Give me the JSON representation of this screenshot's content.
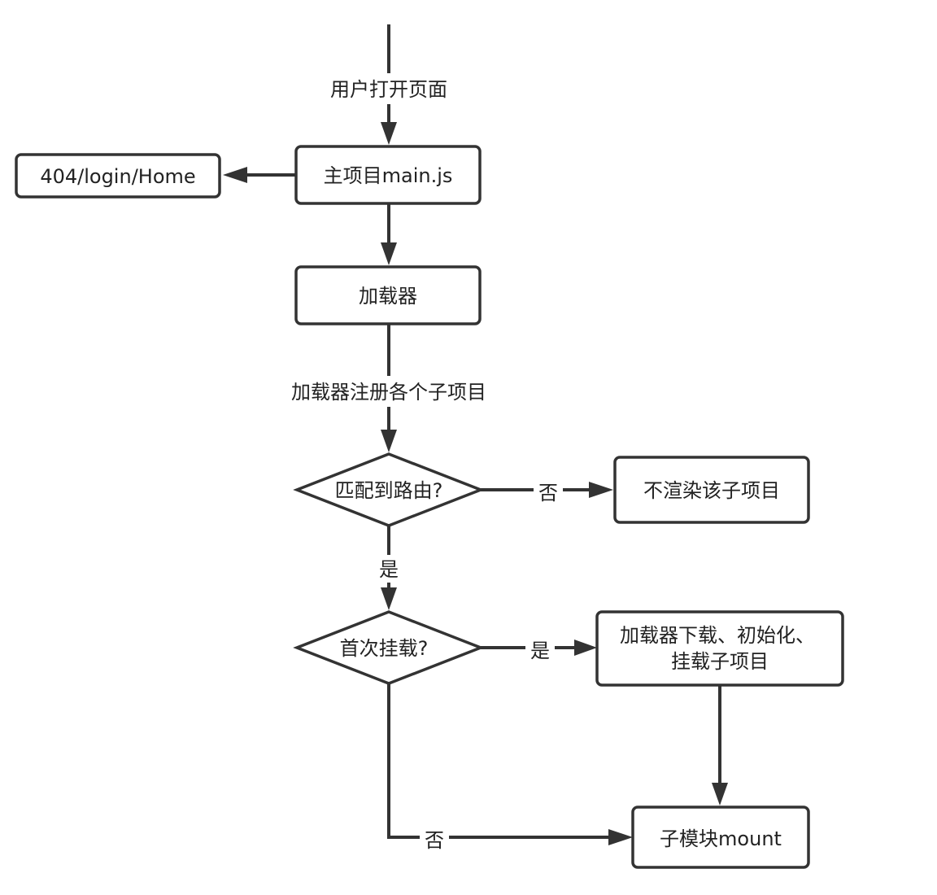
{
  "nodes": {
    "main": "主项目main.js",
    "side_pages": "404/login/Home",
    "loader": "加载器",
    "match_route": "匹配到路由?",
    "no_render": "不渲染该子项目",
    "first_mount": "首次挂载?",
    "download_line1": "加载器下载、初始化、",
    "download_line2": "挂载子项目",
    "submodule_mount": "子模块mount"
  },
  "edges": {
    "user_open": "用户打开页面",
    "register": "加载器注册各个子项目",
    "match_no": "否",
    "match_yes": "是",
    "first_yes": "是",
    "first_no": "否"
  },
  "colors": {
    "stroke": "#333333",
    "background": "#ffffff",
    "text": "#222222"
  }
}
